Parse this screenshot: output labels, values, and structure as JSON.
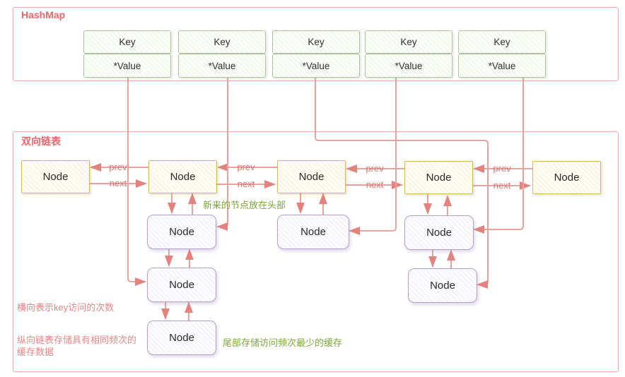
{
  "hashmap": {
    "title": "HashMap",
    "pairs": [
      {
        "key": "Key",
        "value": "*Value"
      },
      {
        "key": "Key",
        "value": "*Value"
      },
      {
        "key": "Key",
        "value": "*Value"
      },
      {
        "key": "Key",
        "value": "*Value"
      },
      {
        "key": "Key",
        "value": "*Value"
      }
    ]
  },
  "linked_list": {
    "title": "双向链表",
    "prev_label": "prev",
    "next_label": "next",
    "top_nodes": [
      "Node",
      "Node",
      "Node",
      "Node",
      "Node"
    ],
    "chains": [
      {
        "under_top_node": 2,
        "nodes": [
          "Node",
          "Node",
          "Node"
        ]
      },
      {
        "under_top_node": 3,
        "nodes": [
          "Node"
        ]
      },
      {
        "under_top_node": 4,
        "nodes": [
          "Node",
          "Node"
        ]
      }
    ]
  },
  "annotations": {
    "head_note": "新来的节点放在头部",
    "tail_note": "尾部存储访问频次最少的缓存",
    "horizontal_note": "横向表示key访问的次数",
    "vertical_note_line1": "纵向链表存储具有相同频次的",
    "vertical_note_line2": "缓存数据"
  },
  "colors": {
    "container_border": "#f2aba7",
    "title_text": "#e9686b",
    "arrow_line": "#eba29d",
    "arrow_label_text": "#e4736e",
    "green_note_text": "#7aa83c",
    "pink_note_text": "#ee8585",
    "key_value_border": "#abc698",
    "top_node_border": "#d9b75f",
    "chain_node_border": "#b2a0ca"
  }
}
